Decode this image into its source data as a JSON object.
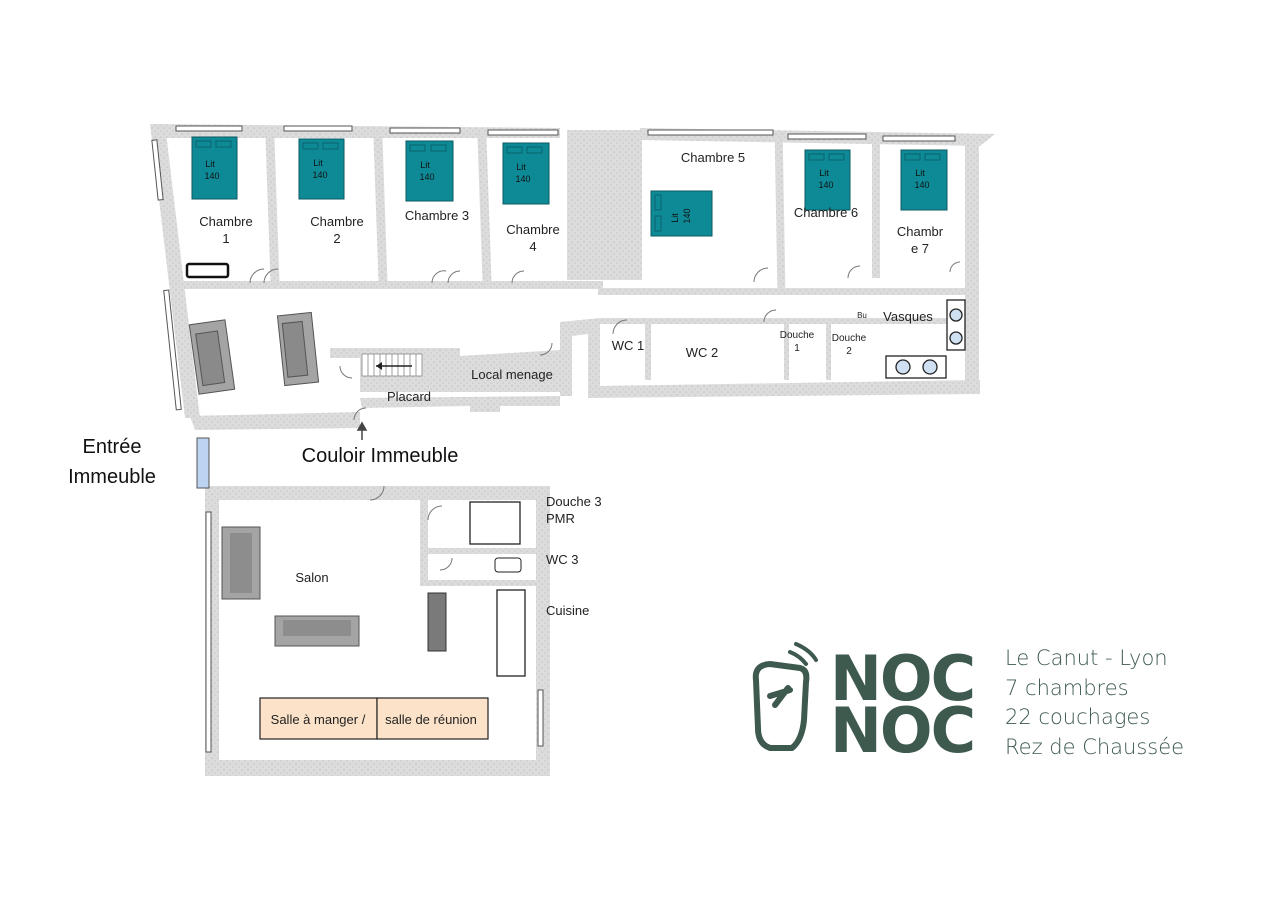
{
  "rooms": {
    "chambre1": [
      "Chambre",
      "1"
    ],
    "chambre2": [
      "Chambre",
      "2"
    ],
    "chambre3": "Chambre 3",
    "chambre4": [
      "Chambre",
      "4"
    ],
    "chambre5": "Chambre 5",
    "chambre6": "Chambre 6",
    "chambre7": [
      "Chambr",
      "e 7"
    ],
    "vasques": "Vasques",
    "wc1": "WC 1",
    "wc2": "WC 2",
    "douche1": [
      "Douche",
      "1"
    ],
    "douche2": [
      "Douche",
      "2"
    ],
    "bu": "Bu",
    "local_menage": "Local menage",
    "placard": "Placard",
    "entree": [
      "Entrée",
      "Immeuble"
    ],
    "couloir": "Couloir Immeuble",
    "douche3": [
      "Douche 3",
      "PMR"
    ],
    "wc3": "WC 3",
    "cuisine": "Cuisine",
    "salon": "Salon",
    "salle_manger": "Salle à manger /",
    "salle_reunion": "salle de réunion"
  },
  "bed_label": [
    "Lit",
    "140"
  ],
  "logo": {
    "line1": "NOC",
    "line2": "NOC"
  },
  "info": {
    "line1": "Le Canut - Lyon",
    "line2": "7 chambres",
    "line3": "22 couchages",
    "line4": "Rez de Chaussée"
  },
  "colors": {
    "bed": "#0e8a96",
    "wall": "#d6d6d6",
    "sofa": "#a4a4a4",
    "dining": "#fbe2c8",
    "logo": "#3e5a4f"
  }
}
